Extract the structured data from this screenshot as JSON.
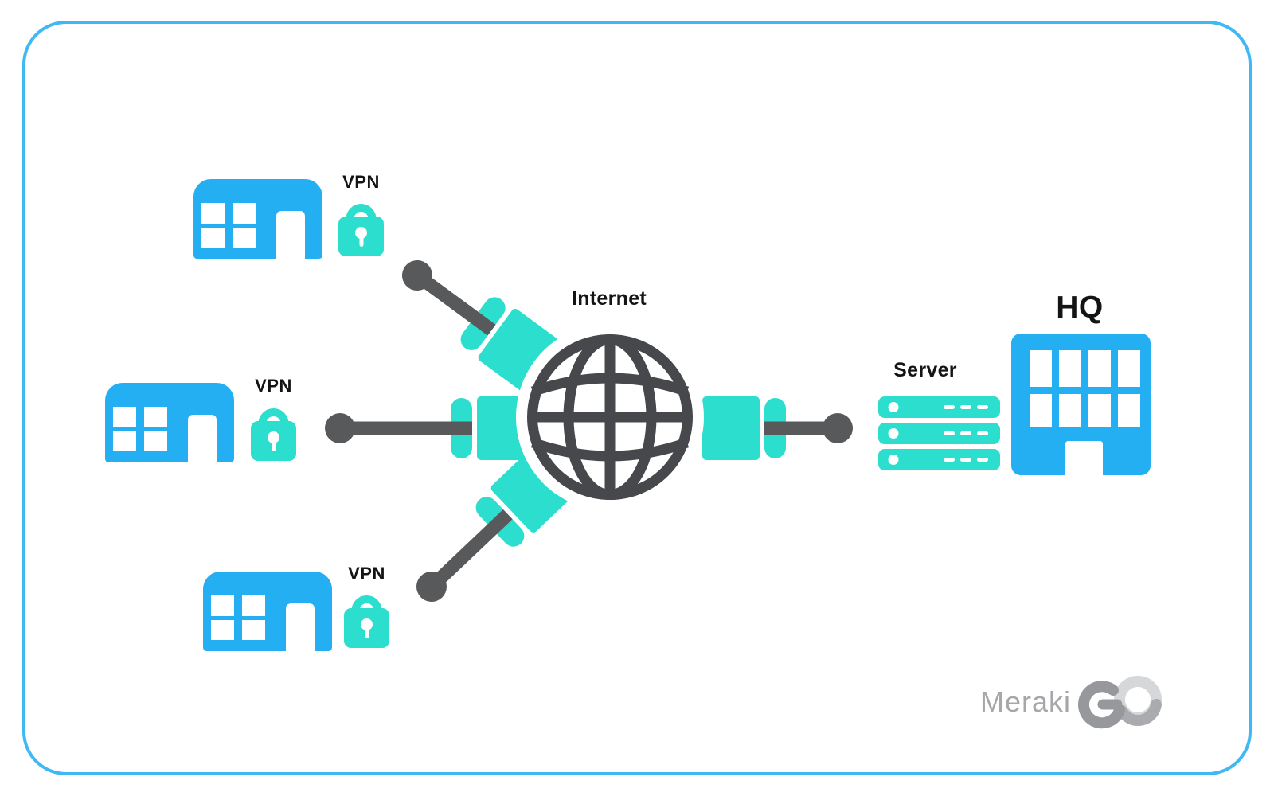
{
  "diagram": {
    "nodes": [
      {
        "id": "branch-top",
        "type": "branch-office-building",
        "label": "VPN"
      },
      {
        "id": "branch-middle",
        "type": "branch-office-building",
        "label": "VPN"
      },
      {
        "id": "branch-bottom",
        "type": "branch-office-building",
        "label": "VPN"
      },
      {
        "id": "internet",
        "type": "internet-globe",
        "label": "Internet"
      },
      {
        "id": "server",
        "type": "server-stack",
        "label": "Server"
      },
      {
        "id": "hq",
        "type": "headquarters-building",
        "label": "HQ"
      }
    ],
    "connections": [
      {
        "from": "branch-top",
        "to": "internet",
        "style": "cable-with-plug"
      },
      {
        "from": "branch-middle",
        "to": "internet",
        "style": "cable-with-plug"
      },
      {
        "from": "branch-bottom",
        "to": "internet",
        "style": "cable-with-plug"
      },
      {
        "from": "internet",
        "to": "server",
        "style": "cable-with-plug"
      }
    ]
  },
  "branding": {
    "wordmark": "Meraki",
    "mark": "GO"
  },
  "colors": {
    "building_blue": "#24AFF3",
    "accent_teal": "#2CDECD",
    "cable_gray": "#58595B",
    "globe_gray": "#47484B",
    "frame_blue": "#3FB8F3",
    "label_black": "#141414",
    "logo_gray": "#A5A7AA"
  }
}
